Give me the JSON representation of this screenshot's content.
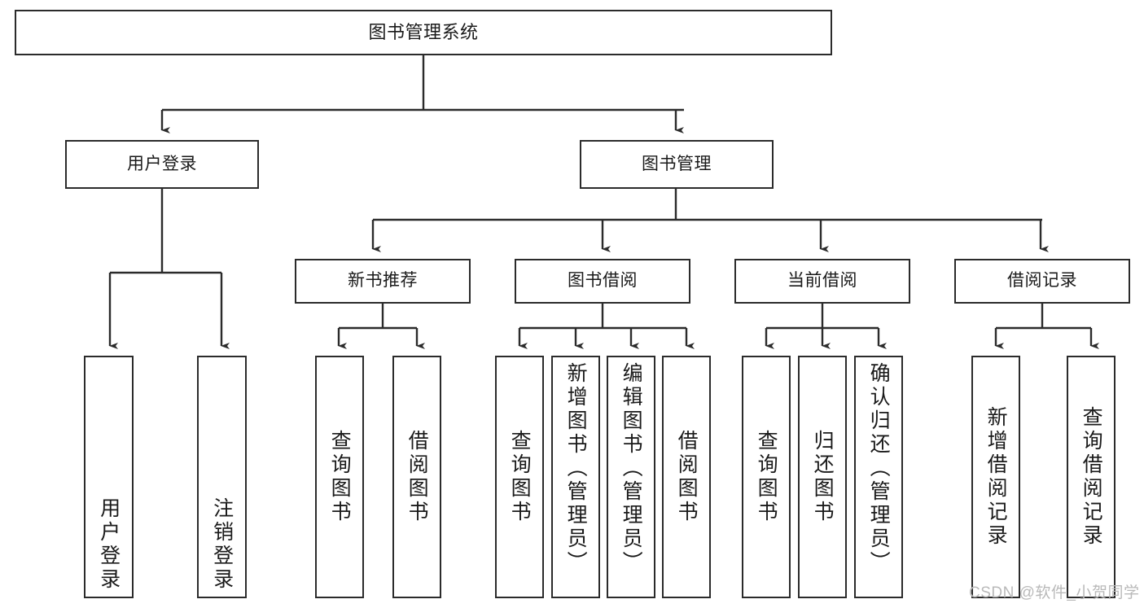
{
  "diagram": {
    "title": "图书管理系统",
    "type": "hierarchy-tree",
    "watermark": "CSDN @软件_小贺同学",
    "colors": {
      "stroke": "#2b2b2b",
      "fill": "#ffffff",
      "text": "#1a1a1a",
      "watermark": "#b9b9b9"
    },
    "levels": {
      "root": {
        "label": "图书管理系统"
      },
      "level2": [
        {
          "label": "用户登录"
        },
        {
          "label": "图书管理"
        }
      ],
      "level3": [
        {
          "label": "新书推荐"
        },
        {
          "label": "图书借阅"
        },
        {
          "label": "当前借阅"
        },
        {
          "label": "借阅记录"
        }
      ],
      "leaves": {
        "user_login": [
          {
            "label": "用户登录"
          },
          {
            "label": "注销登录"
          }
        ],
        "new_book_recommend": [
          {
            "label": "查询图书"
          },
          {
            "label": "借阅图书"
          }
        ],
        "book_borrow": [
          {
            "label": "查询图书"
          },
          {
            "label": "新增图书（管理员）"
          },
          {
            "label": "编辑图书（管理员）"
          },
          {
            "label": "借阅图书"
          }
        ],
        "current_borrow": [
          {
            "label": "查询图书"
          },
          {
            "label": "归还图书"
          },
          {
            "label": "确认归还（管理员）"
          }
        ],
        "borrow_records": [
          {
            "label": "新增借阅记录"
          },
          {
            "label": "查询借阅记录"
          }
        ]
      }
    }
  }
}
